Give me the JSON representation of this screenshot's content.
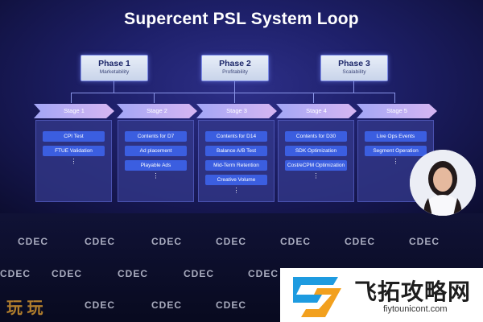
{
  "slide": {
    "title": "Supercent PSL System Loop",
    "phases": [
      {
        "name": "Phase 1",
        "subtitle": "Marketability"
      },
      {
        "name": "Phase 2",
        "subtitle": "Profitability"
      },
      {
        "name": "Phase 3",
        "subtitle": "Scalability"
      }
    ],
    "stages": [
      {
        "label": "Stage 1",
        "items": [
          "CPI Test",
          "FTUE Validation"
        ]
      },
      {
        "label": "Stage 2",
        "items": [
          "Contents for D7",
          "Ad placement",
          "Playable Ads"
        ]
      },
      {
        "label": "Stage 3",
        "items": [
          "Contents for D14",
          "Balance A/B Test",
          "Mid-Term Retention",
          "Creative Volume"
        ]
      },
      {
        "label": "Stage 4",
        "items": [
          "Contents for D30",
          "SDK Optimization",
          "Cost/eCPM Optimization"
        ]
      },
      {
        "label": "Stage 5",
        "items": [
          "Live Ops Events",
          "Segment Operation"
        ]
      }
    ],
    "ellipsis": "⋮"
  },
  "background": {
    "logo_text": "CDEC"
  },
  "watermark": {
    "title": "飞拓攻略网",
    "url": "fiytounicont.com",
    "left_text": "玩 玩"
  },
  "colors": {
    "accent_item": "#3b5ee0",
    "phase_bg": "#dfe6f5",
    "stage_arrow": "#b9aef4"
  }
}
